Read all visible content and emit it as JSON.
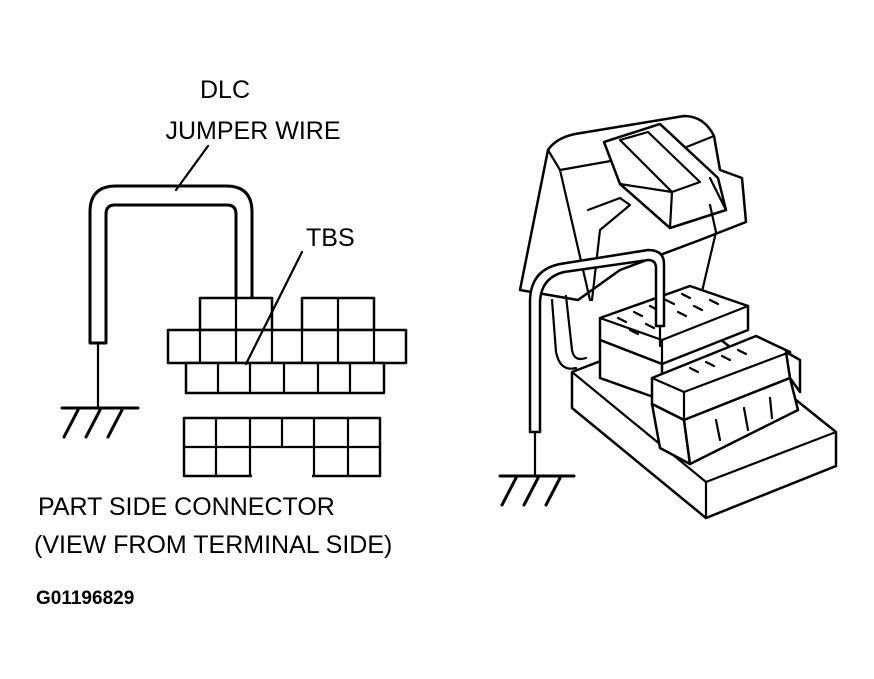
{
  "labels": {
    "dlc": "DLC",
    "jumper_wire": "JUMPER WIRE",
    "tbs": "TBS",
    "part_side_connector": "PART SIDE CONNECTOR",
    "view_from_terminal_side": "(VIEW FROM TERMINAL SIDE)",
    "figure_code": "G01196829"
  }
}
